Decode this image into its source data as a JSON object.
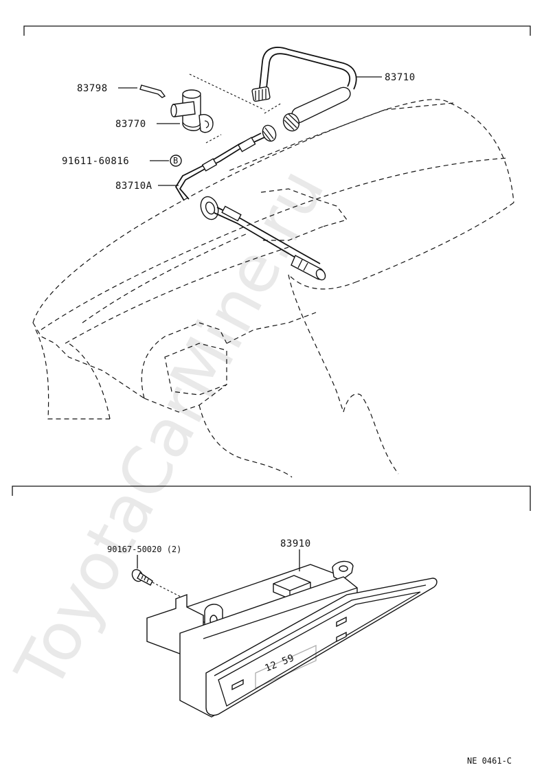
{
  "watermark": "ToyotaCarMine.ru",
  "section_top": {
    "labels": {
      "p83798": "83798",
      "p83770": "83770",
      "p91611": "91611-60816",
      "p91611_marker": "B",
      "p83710A": "83710A",
      "p83710": "83710"
    }
  },
  "section_bottom": {
    "labels": {
      "p90167": "90167-50020 (2)",
      "p83910": "83910"
    },
    "clock_display": "12 59"
  },
  "footer": {
    "code": "NE  0461-C"
  }
}
